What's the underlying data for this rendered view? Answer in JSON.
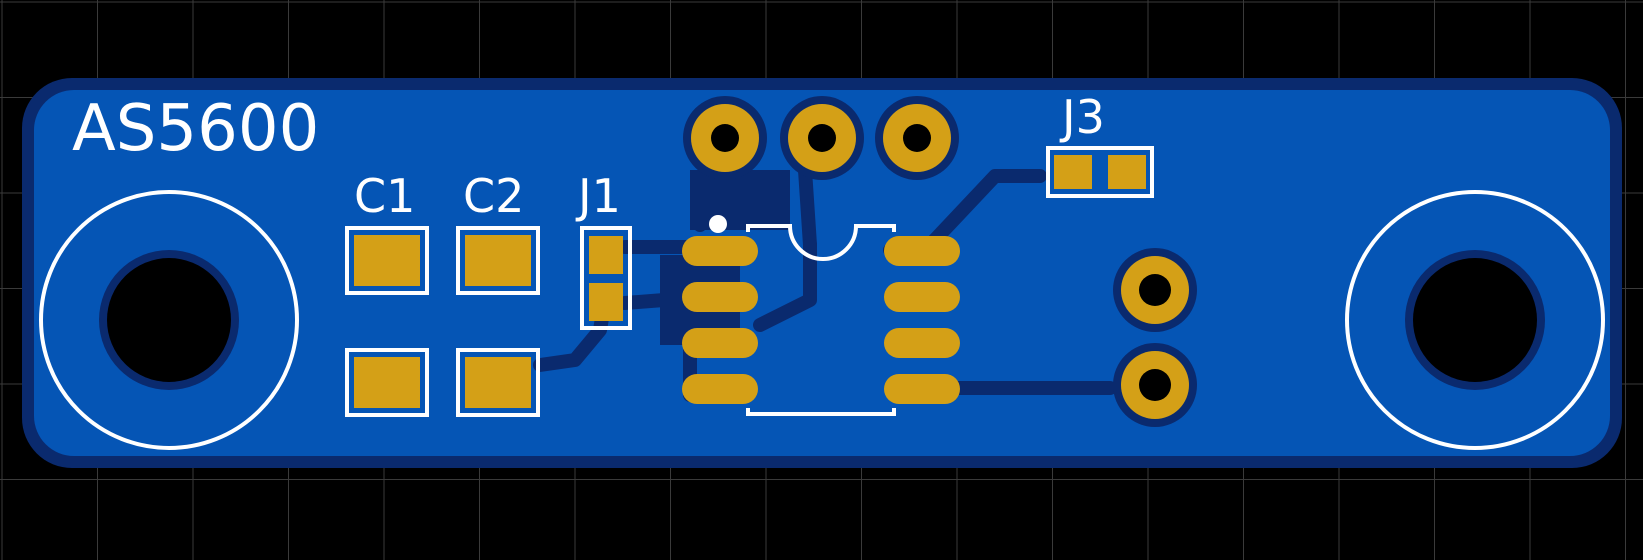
{
  "board": {
    "title": "AS5600",
    "colors": {
      "background": "#000000",
      "grid": "#3a3a3a",
      "board_edge": "#0a2a6e",
      "copper_fill": "#0555b5",
      "trace": "#0a2a6e",
      "pad": "#d4a017",
      "silkscreen": "#ffffff",
      "drill": "#000000"
    }
  },
  "designators": {
    "c1": "C1",
    "c2": "C2",
    "j1": "J1",
    "j3": "J3"
  },
  "icons": {
    "mounting_hole": "circle-hole",
    "through_hole_pad": "ring-pad",
    "smd_pad": "rect-pad",
    "pin1_marker": "dot"
  }
}
